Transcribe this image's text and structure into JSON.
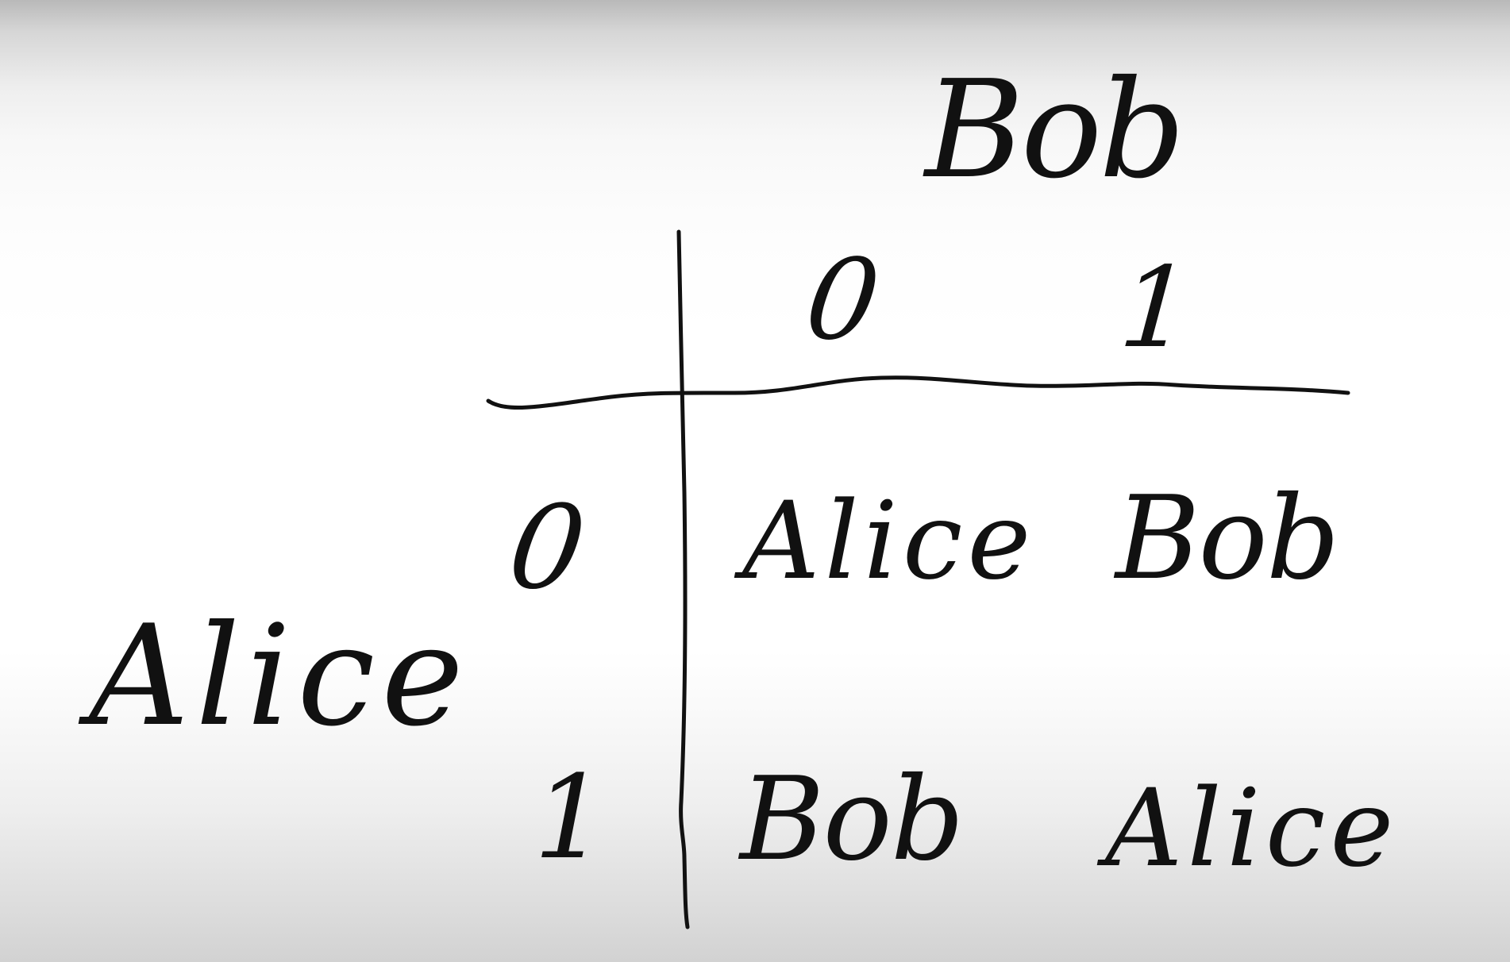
{
  "column_player": "Bob",
  "row_player": "Alice",
  "column_choices": [
    "0",
    "1"
  ],
  "row_choices": [
    "0",
    "1"
  ],
  "cells": [
    [
      "Alice",
      "Bob"
    ],
    [
      "Bob",
      "Alice"
    ]
  ],
  "colors": {
    "ink": "#111111",
    "background": "#ffffff"
  }
}
